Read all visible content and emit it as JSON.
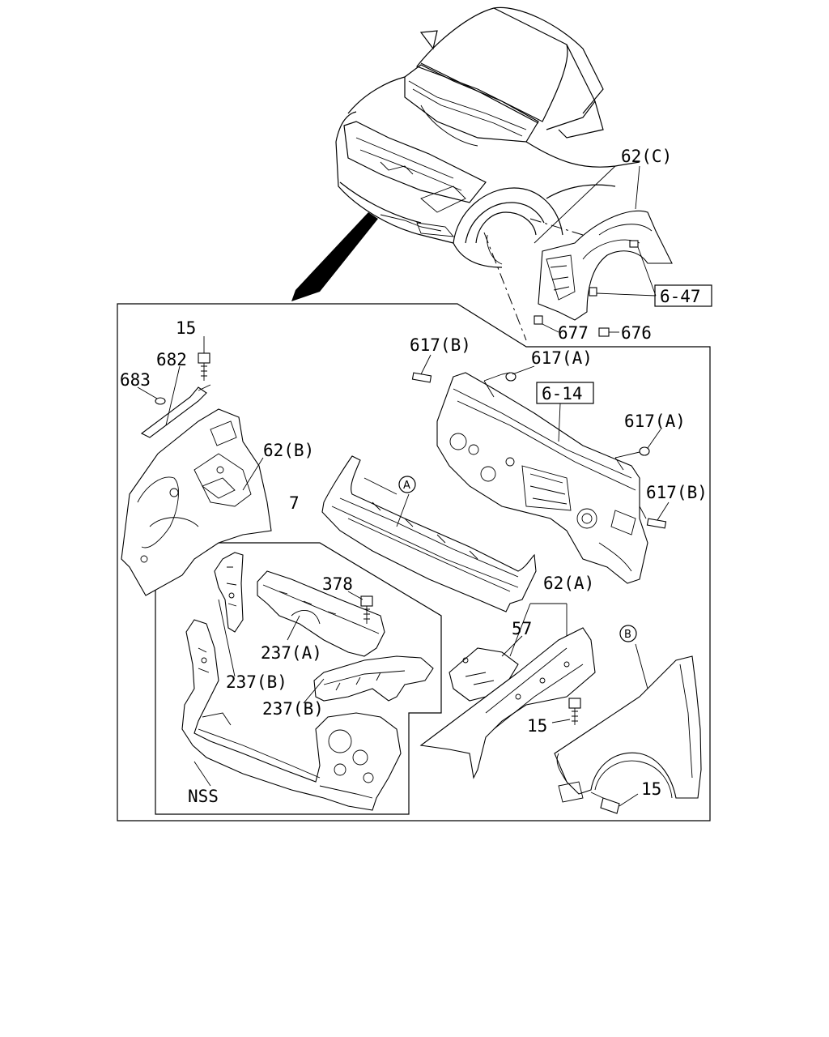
{
  "labels": {
    "l_15_top": "15",
    "l_682": "682",
    "l_683": "683",
    "l_62b": "62(B)",
    "l_7": "7",
    "l_a_circle": "A",
    "l_378": "378",
    "l_237a": "237(A)",
    "l_237b_left": "237(B)",
    "l_237b_right": "237(B)",
    "l_nss": "NSS",
    "l_617b_top": "617(B)",
    "l_617a_top": "617(A)",
    "l_614": "6-14",
    "l_617a_right": "617(A)",
    "l_617b_right": "617(B)",
    "l_62a": "62(A)",
    "l_57": "57",
    "l_b_circle": "B",
    "l_15_mid": "15",
    "l_15_bottom": "15",
    "l_62c": "62(C)",
    "l_647": "6-47",
    "l_677": "677",
    "l_676": "676"
  },
  "colors": {
    "ink": "#000000",
    "paper": "#ffffff"
  }
}
